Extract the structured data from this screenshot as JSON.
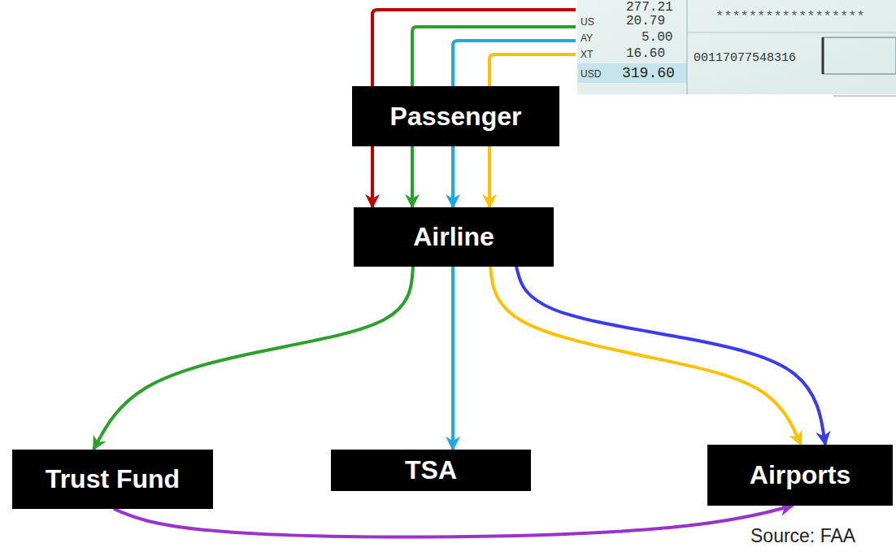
{
  "diagram": {
    "nodes": [
      {
        "text": [
          "Passenger"
        ]
      },
      {
        "text": [
          "Airline"
        ]
      },
      {
        "text": [
          "Trust Fund"
        ]
      },
      {
        "text": [
          "TSA"
        ]
      },
      {
        "text": [
          "Airports"
        ]
      }
    ],
    "edges": [
      {
        "from": 0,
        "to": 1,
        "arrow": "to"
      },
      {
        "from": 0,
        "to": 1,
        "arrow": "to"
      },
      {
        "from": 0,
        "to": 1,
        "arrow": "to"
      },
      {
        "from": 0,
        "to": 1,
        "arrow": "to"
      },
      {
        "from": 1,
        "to": 2,
        "arrow": "to"
      },
      {
        "from": 1,
        "to": 3,
        "arrow": "to"
      },
      {
        "from": 1,
        "to": 4,
        "arrow": "to"
      },
      {
        "from": 1,
        "to": 4,
        "arrow": "to"
      },
      {
        "from": 2,
        "to": 4,
        "arrow": "to"
      }
    ],
    "labels": [
      "277.21",
      "US",
      "20.79",
      "AY",
      "5.00",
      "XT",
      "16.60",
      "USD",
      "319.60",
      "******************",
      "00117077548316",
      "Source: FAA"
    ]
  }
}
